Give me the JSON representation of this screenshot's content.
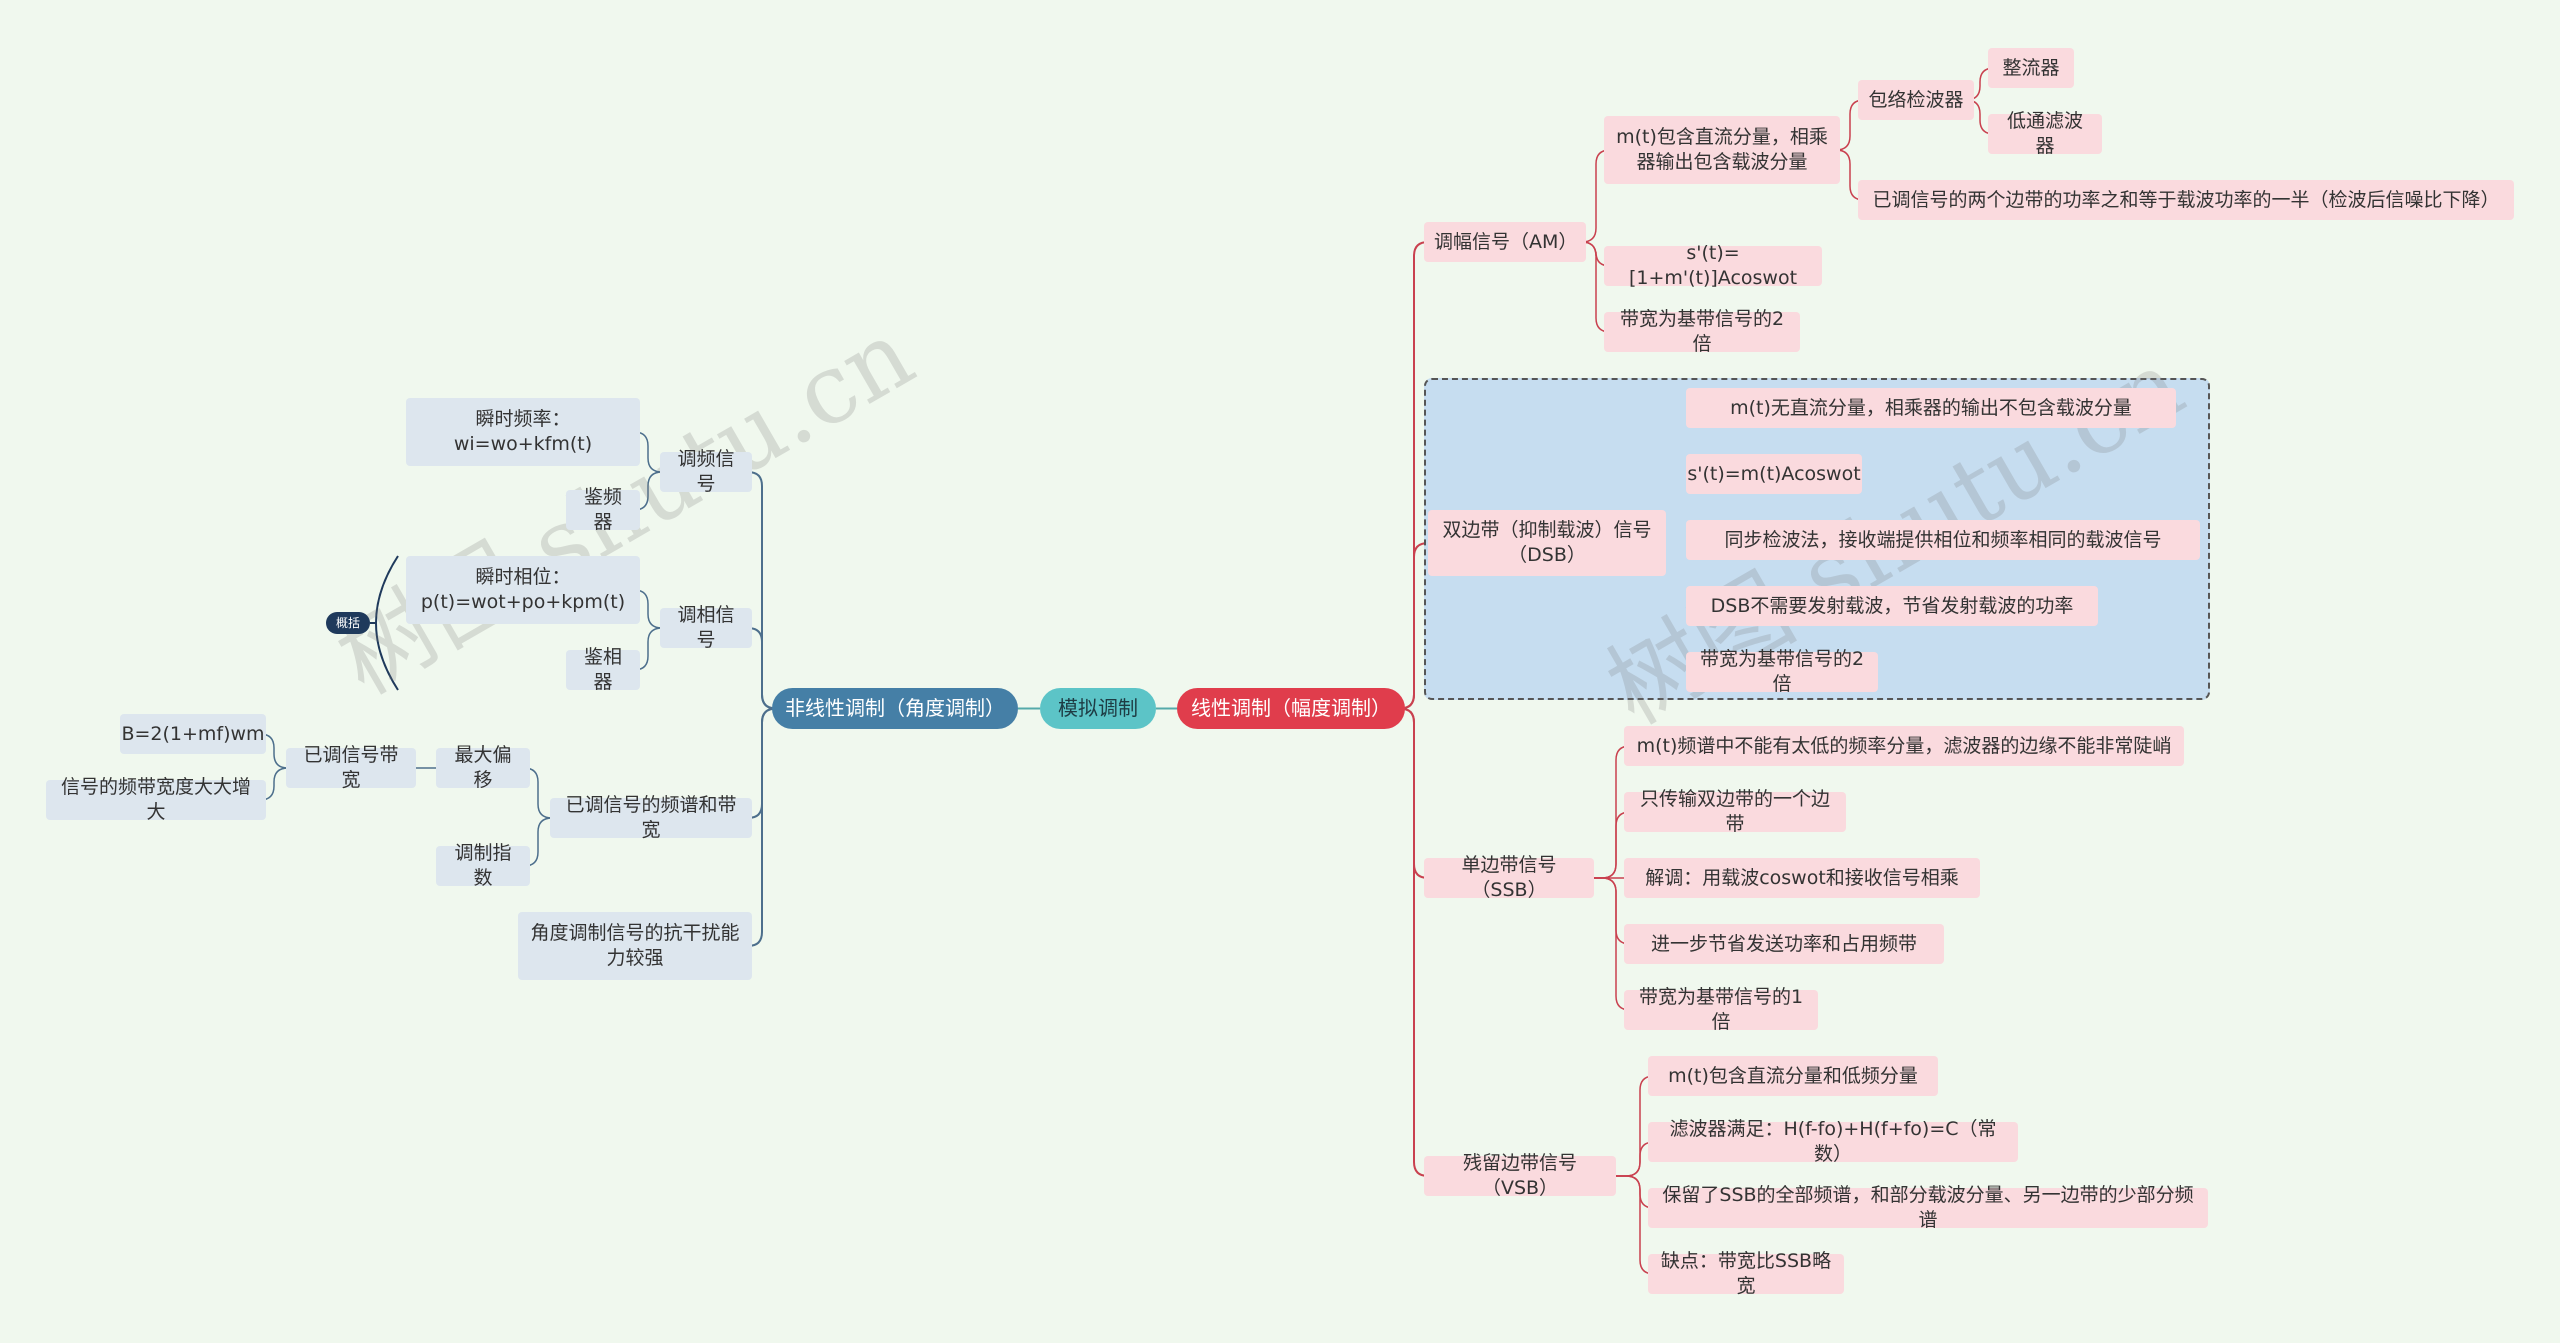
{
  "center": "模拟调制",
  "summary_tag": "概括",
  "watermark": "树图 shutu.cn",
  "linear": {
    "label": "线性调制（幅度调制）",
    "am": {
      "label": "调幅信号（AM）",
      "dc_component": "m(t)包含直流分量，相乘器输出包含载波分量",
      "envelope_detector": "包络检波器",
      "rectifier": "整流器",
      "lowpass": "低通滤波器",
      "power_note": "已调信号的两个边带的功率之和等于载波功率的一半（检波后信噪比下降）",
      "formula": "s'(t)=[1+m'(t)]Acoswot",
      "bandwidth": "带宽为基带信号的2倍"
    },
    "dsb": {
      "label": "双边带（抑制载波）信号（DSB）",
      "items": [
        "m(t)无直流分量，相乘器的输出不包含载波分量",
        "s'(t)=m(t)Acoswot",
        "同步检波法，接收端提供相位和频率相同的载波信号",
        "DSB不需要发射载波，节省发射载波的功率",
        "带宽为基带信号的2倍"
      ]
    },
    "ssb": {
      "label": "单边带信号（SSB）",
      "items": [
        "m(t)频谱中不能有太低的频率分量，滤波器的边缘不能非常陡峭",
        "只传输双边带的一个边带",
        "解调：用载波coswot和接收信号相乘",
        "进一步节省发送功率和占用频带",
        "带宽为基带信号的1倍"
      ]
    },
    "vsb": {
      "label": "残留边带信号（VSB）",
      "items": [
        "m(t)包含直流分量和低频分量",
        "滤波器满足：H(f-fo)+H(f+fo)=C（常数）",
        "保留了SSB的全部频谱，和部分载波分量、另一边带的少部分频谱",
        "缺点：带宽比SSB略宽"
      ]
    }
  },
  "nonlinear": {
    "label": "非线性调制（角度调制）",
    "fm": {
      "label": "调频信号",
      "freq": "瞬时频率：wi=wo+kfm(t)",
      "discriminator": "鉴频器"
    },
    "pm": {
      "label": "调相信号",
      "phase": "瞬时相位：p(t)=wot+po+kpm(t)",
      "phase_detector": "鉴相器"
    },
    "spectrum": {
      "label": "已调信号的频谱和带宽",
      "bandwidth": {
        "label": "已调信号带宽",
        "formula": "B=2(1+mf)wm",
        "note": "信号的频带宽度大大增大"
      },
      "max_dev": "最大偏移",
      "mod_index": "调制指数"
    },
    "anti_interference": "角度调制信号的抗干扰能力较强"
  }
}
